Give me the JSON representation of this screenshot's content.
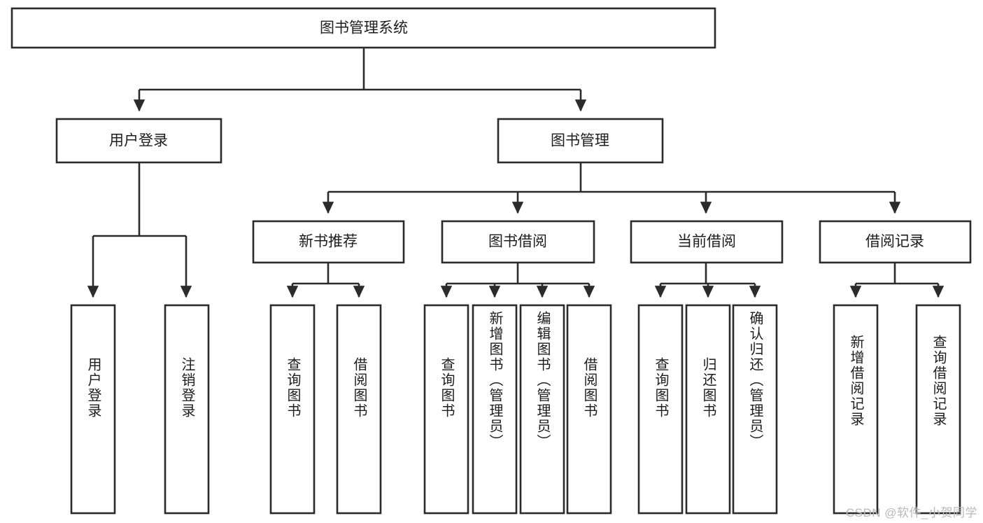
{
  "diagram": {
    "type": "tree-hierarchy",
    "title": "图书管理系统",
    "orientation": "top-down",
    "colors": {
      "box_stroke": "#2b2b2b",
      "box_fill": "#ffffff",
      "text": "#1d1d1d",
      "background": "#ffffff",
      "watermark": "#b9b9b9"
    },
    "root": {
      "label": "图书管理系统"
    },
    "level2": [
      {
        "label": "用户登录"
      },
      {
        "label": "图书管理"
      }
    ],
    "level3": [
      {
        "label": "新书推荐"
      },
      {
        "label": "图书借阅"
      },
      {
        "label": "当前借阅"
      },
      {
        "label": "借阅记录"
      }
    ],
    "leaves": {
      "user_login": [
        {
          "label": "用户登录"
        },
        {
          "label": "注销登录"
        }
      ],
      "new_book_recommend": [
        {
          "label": "查询图书"
        },
        {
          "label": "借阅图书"
        }
      ],
      "book_borrow": [
        {
          "label": "查询图书"
        },
        {
          "label": "新增图书（管理员）"
        },
        {
          "label": "编辑图书（管理员）"
        },
        {
          "label": "借阅图书"
        }
      ],
      "current_borrow": [
        {
          "label": "查询图书"
        },
        {
          "label": "归还图书"
        },
        {
          "label": "确认归还（管理员）"
        }
      ],
      "borrow_records": [
        {
          "label": "新增借阅记录"
        },
        {
          "label": "查询借阅记录"
        }
      ]
    }
  },
  "watermark": {
    "text": "CSDN @软件_小贺同学"
  }
}
